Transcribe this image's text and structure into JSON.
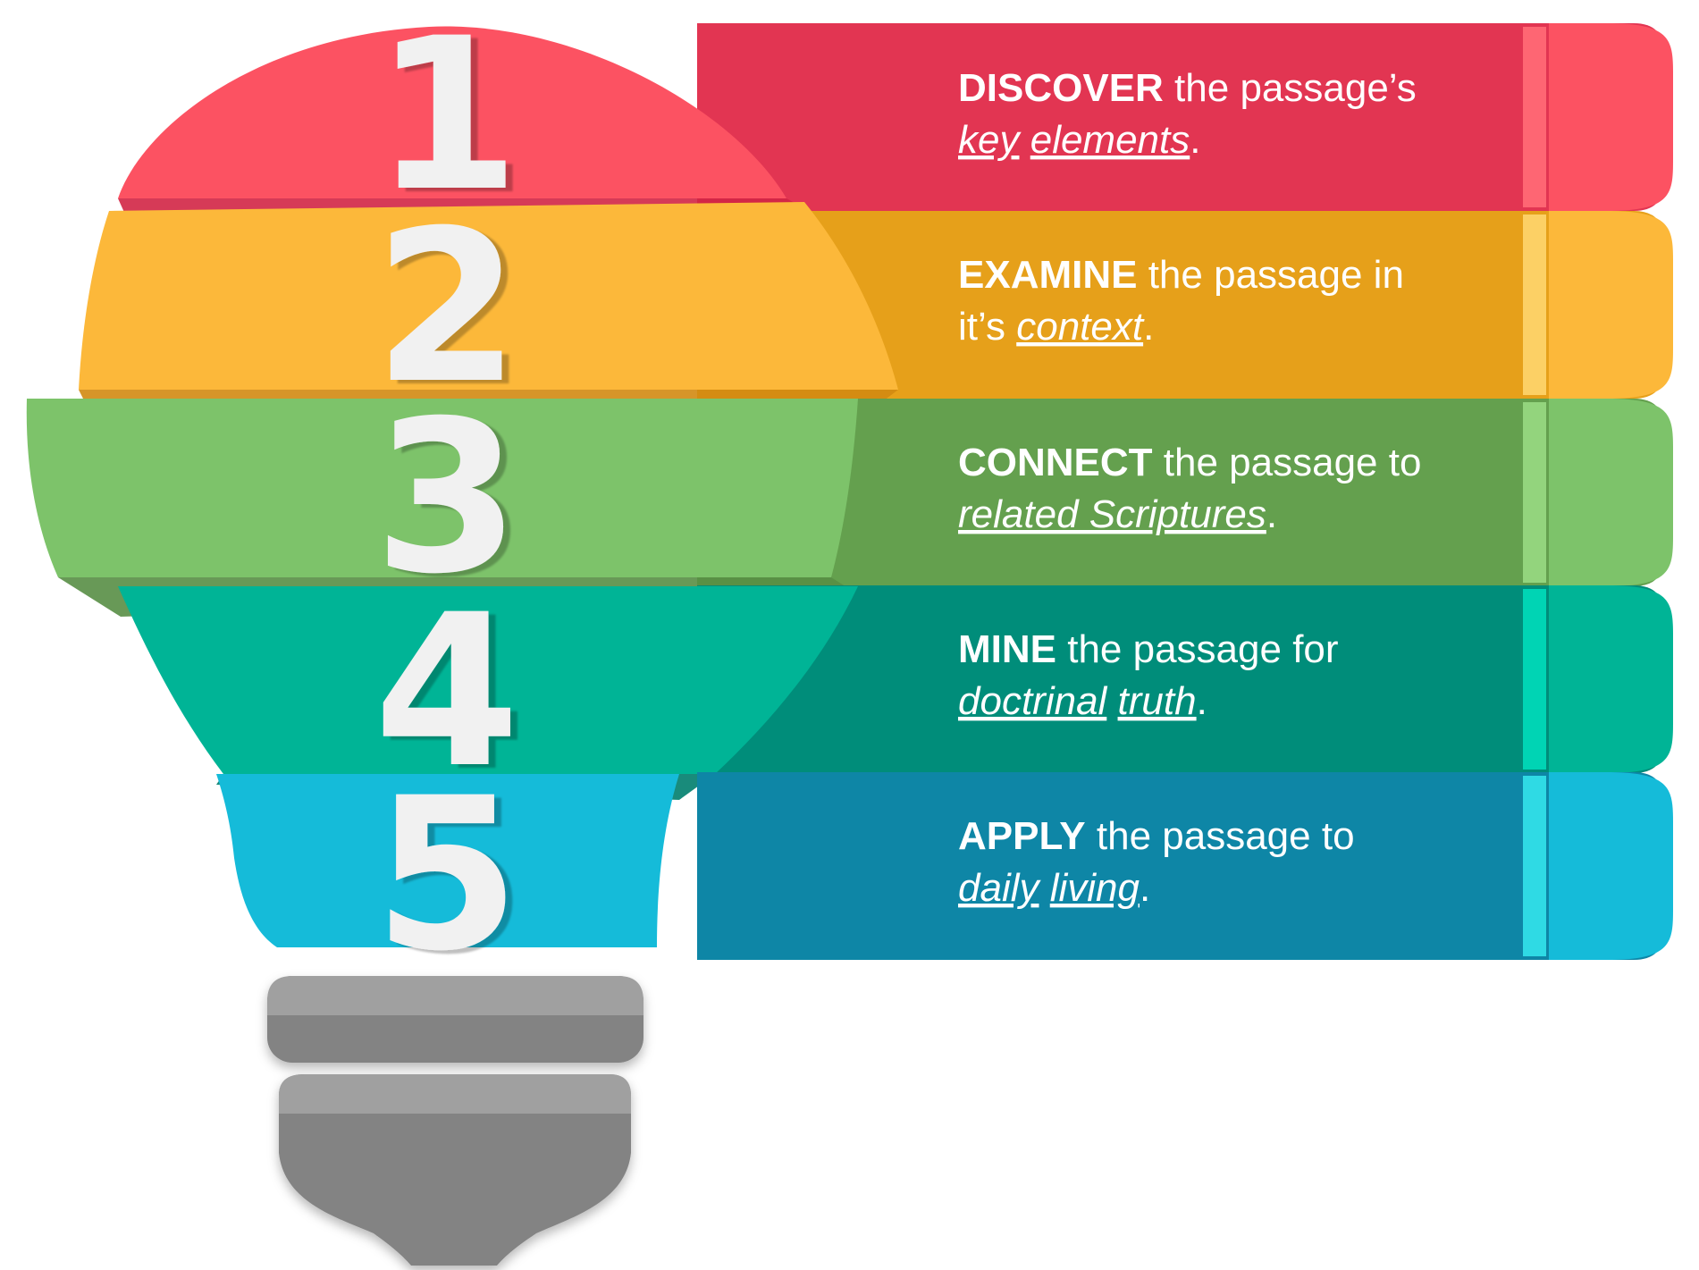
{
  "colors": {
    "step1": {
      "light": "#fc5262",
      "dark": "#e23552",
      "edge": "#fe6673",
      "shadow": "#d12545"
    },
    "step2": {
      "light": "#fcb83a",
      "dark": "#e6a01a",
      "edge": "#fcd065",
      "shadow": "#d18a12"
    },
    "step3": {
      "light": "#7dc36a",
      "dark": "#64a04e",
      "edge": "#93d47d",
      "shadow": "#588e45"
    },
    "step4": {
      "light": "#00b496",
      "dark": "#008d7a",
      "edge": "#00d4b4",
      "shadow": "#007e6d"
    },
    "step5": {
      "light": "#15bbd9",
      "dark": "#0e86a6",
      "edge": "#2fdae4",
      "shadow": "#0b7896"
    },
    "base_light": "#a0a0a0",
    "base_dark": "#838383",
    "number_fill": "#f1f1f1",
    "text": "#ffffff"
  },
  "steps": [
    {
      "number": "1",
      "line1": [
        {
          "text": "DISCOVER",
          "style": "bold"
        },
        {
          "text": " the passage’s",
          "style": "plain"
        }
      ],
      "line2": [
        {
          "text": "key",
          "style": "emph"
        },
        {
          "text": " ",
          "style": "plain"
        },
        {
          "text": "elements",
          "style": "emph"
        },
        {
          "text": ".",
          "style": "plain"
        }
      ]
    },
    {
      "number": "2",
      "line1": [
        {
          "text": "EXAMINE",
          "style": "bold"
        },
        {
          "text": " the passage in",
          "style": "plain"
        }
      ],
      "line2": [
        {
          "text": "it’s ",
          "style": "plain"
        },
        {
          "text": "context",
          "style": "emph"
        },
        {
          "text": ".",
          "style": "plain"
        }
      ]
    },
    {
      "number": "3",
      "line1": [
        {
          "text": "CONNECT",
          "style": "bold"
        },
        {
          "text": " the passage to",
          "style": "plain"
        }
      ],
      "line2": [
        {
          "text": "related Scriptures",
          "style": "emph"
        },
        {
          "text": ".",
          "style": "plain"
        }
      ]
    },
    {
      "number": "4",
      "line1": [
        {
          "text": "MINE",
          "style": "bold"
        },
        {
          "text": " the passage for",
          "style": "plain"
        }
      ],
      "line2": [
        {
          "text": "doctrinal",
          "style": "emph"
        },
        {
          "text": " ",
          "style": "plain"
        },
        {
          "text": "truth",
          "style": "emph"
        },
        {
          "text": ".",
          "style": "plain"
        }
      ]
    },
    {
      "number": "5",
      "line1": [
        {
          "text": "APPLY",
          "style": "bold"
        },
        {
          "text": " the passage to",
          "style": "plain"
        }
      ],
      "line2": [
        {
          "text": "daily",
          "style": "emph"
        },
        {
          "text": " ",
          "style": "plain"
        },
        {
          "text": "living",
          "style": "emph"
        },
        {
          "text": ".",
          "style": "plain"
        }
      ]
    }
  ]
}
